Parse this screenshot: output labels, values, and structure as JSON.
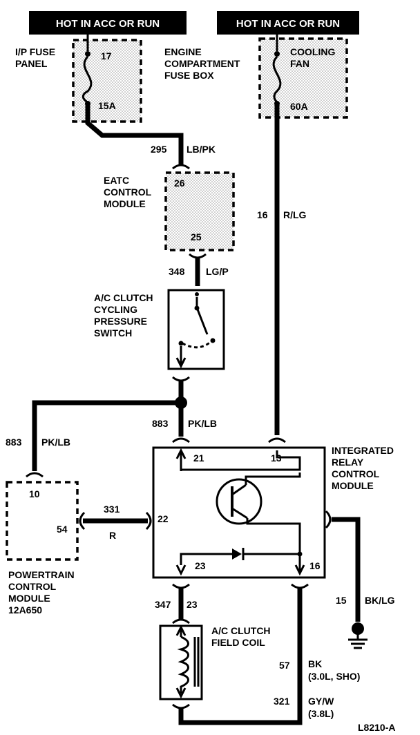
{
  "headers": {
    "left": "HOT IN ACC OR RUN",
    "right": "HOT IN ACC OR RUN"
  },
  "ip_fuse": {
    "title_line1": "I/P FUSE",
    "title_line2": "PANEL",
    "fuse_number": "17",
    "rating": "15A"
  },
  "engine_fuse": {
    "title_line1": "ENGINE",
    "title_line2": "COMPARTMENT",
    "title_line3": "FUSE BOX",
    "label_line1": "COOLING",
    "label_line2": "FAN",
    "rating": "60A"
  },
  "eatc": {
    "title_line1": "EATC",
    "title_line2": "CONTROL",
    "title_line3": "MODULE",
    "pin_top": "26",
    "pin_bottom": "25"
  },
  "cycling_switch": {
    "line1": "A/C CLUTCH",
    "line2": "CYCLING",
    "line3": "PRESSURE",
    "line4": "SWITCH"
  },
  "wires": {
    "w295": {
      "circuit": "295",
      "color": "LB/PK"
    },
    "w16": {
      "circuit": "16",
      "color": "R/LG"
    },
    "w348": {
      "circuit": "348",
      "color": "LG/P"
    },
    "w883_center": {
      "circuit": "883",
      "color": "PK/LB"
    },
    "w883_left": {
      "circuit": "883",
      "color": "PK/LB"
    },
    "w331": {
      "circuit": "331",
      "color": "R"
    },
    "w347": {
      "circuit": "347",
      "pin": "23"
    },
    "w15": {
      "circuit": "15",
      "color": "BK/LG"
    },
    "w57": {
      "circuit": "57",
      "color": "BK",
      "note": "(3.0L, SHO)"
    },
    "w321": {
      "circuit": "321",
      "color": "GY/W",
      "note": "(3.8L)"
    }
  },
  "irc": {
    "title_line1": "INTEGRATED",
    "title_line2": "RELAY",
    "title_line3": "CONTROL",
    "title_line4": "MODULE",
    "pin21": "21",
    "pin13": "13",
    "pin22": "22",
    "pin23": "23",
    "pin16": "16"
  },
  "pcm": {
    "pin10": "10",
    "pin54": "54",
    "title_line1": "POWERTRAIN",
    "title_line2": "CONTROL",
    "title_line3": "MODULE",
    "title_line4": "12A650"
  },
  "clutch_coil": {
    "line1": "A/C CLUTCH",
    "line2": "FIELD COIL"
  },
  "figure_id": "L8210-A"
}
